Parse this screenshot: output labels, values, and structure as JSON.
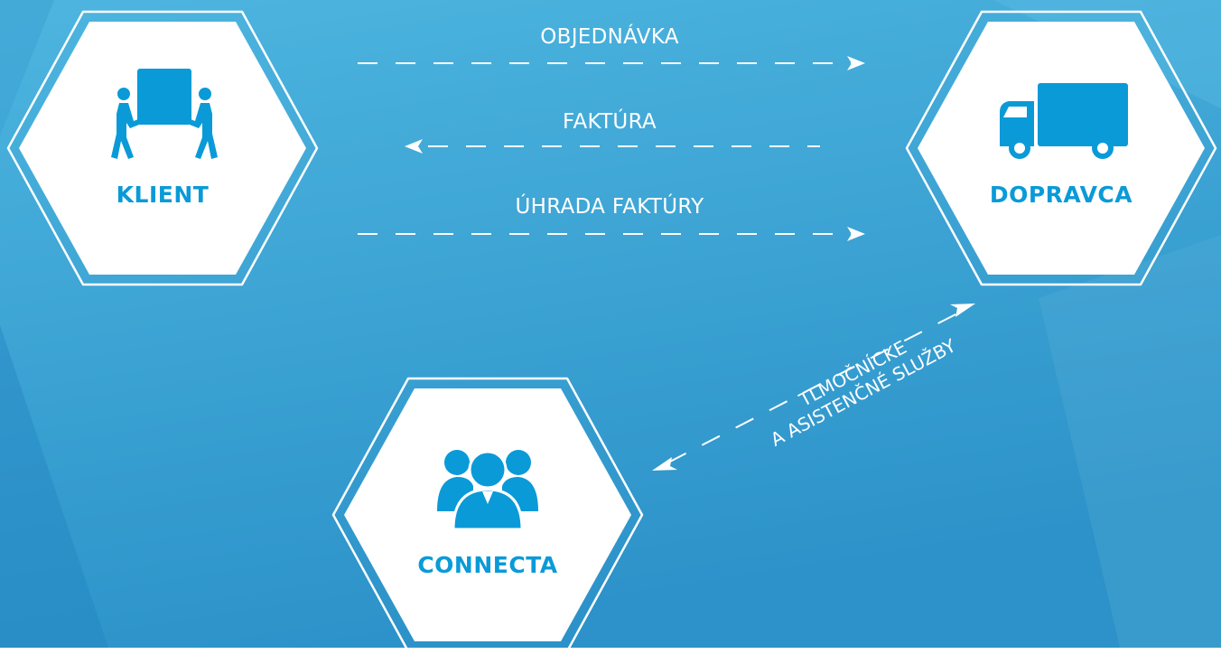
{
  "colors": {
    "accent": "#0a9ad8",
    "background_top": "#4bb3dd",
    "background_bottom": "#2a8fc6",
    "hex_fill": "#ffffff",
    "flow_text": "#ffffff"
  },
  "nodes": {
    "klient": {
      "label": "KLIENT",
      "icon": "people-carrying-box-icon"
    },
    "dopravca": {
      "label": "DOPRAVCA",
      "icon": "truck-icon"
    },
    "connecta": {
      "label": "CONNECTA",
      "icon": "group-of-people-icon"
    }
  },
  "flows": {
    "order": {
      "label": "OBJEDNÁVKA",
      "direction": "klient-to-dopravca"
    },
    "invoice": {
      "label": "FAKTÚRA",
      "direction": "dopravca-to-klient"
    },
    "payment": {
      "label": "ÚHRADA FAKTÚRY",
      "direction": "klient-to-dopravca"
    },
    "services": {
      "line1": "TLMOČNÍCKE",
      "line2": "A ASISTENČNÉ SLUŽBY",
      "direction": "bidirectional connecta-dopravca"
    }
  }
}
